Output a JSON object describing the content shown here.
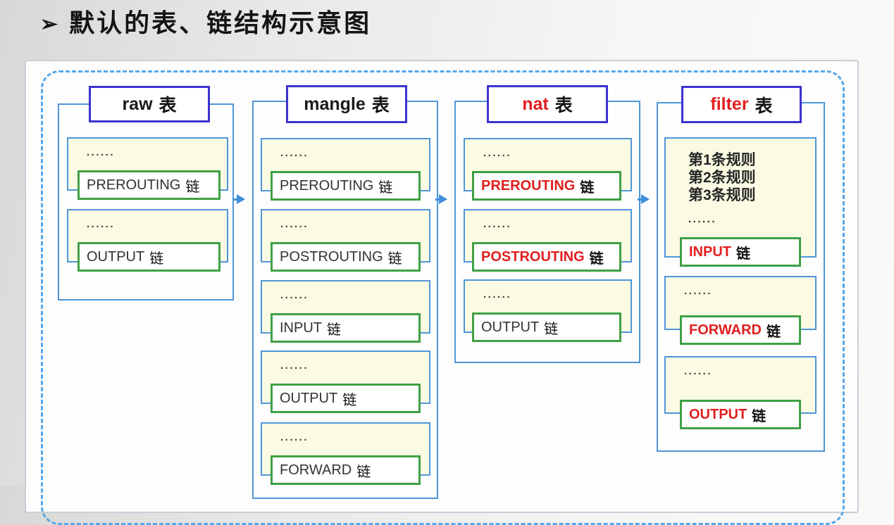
{
  "page": {
    "bullet": "➢",
    "title": "默认的表、链结构示意图"
  },
  "colors": {
    "container_blue": "#4f95da",
    "dashed_blue": "#57a7e9",
    "title_border_purple": "#3d32cf",
    "green_border": "#3fa045",
    "yellow_fill": "#fbfbe3",
    "red_text": "#e01f1f",
    "black_text": "#141414"
  },
  "diagram": {
    "tables": [
      {
        "id": "raw",
        "name": "raw",
        "name_color": "#1a1a1a",
        "suffix": "表",
        "chains": [
          {
            "dots": "......",
            "name": "PREROUTING",
            "suffix": "链",
            "name_color": "#333333",
            "bold": false
          },
          {
            "dots": "......",
            "name": "OUTPUT",
            "suffix": "链",
            "name_color": "#333333",
            "bold": false
          }
        ]
      },
      {
        "id": "mangle",
        "name": "mangle",
        "name_color": "#1a1a1a",
        "suffix": "表",
        "chains": [
          {
            "dots": "......",
            "name": "PREROUTING",
            "suffix": "链",
            "name_color": "#333333",
            "bold": false
          },
          {
            "dots": "......",
            "name": "POSTROUTING",
            "suffix": "链",
            "name_color": "#333333",
            "bold": false
          },
          {
            "dots": "......",
            "name": "INPUT",
            "suffix": "链",
            "name_color": "#333333",
            "bold": false
          },
          {
            "dots": "......",
            "name": "OUTPUT",
            "suffix": "链",
            "name_color": "#333333",
            "bold": false
          },
          {
            "dots": "......",
            "name": "FORWARD",
            "suffix": "链",
            "name_color": "#333333",
            "bold": false
          }
        ]
      },
      {
        "id": "nat",
        "name": "nat",
        "name_color": "#e01f1f",
        "suffix": "表",
        "chains": [
          {
            "dots": "......",
            "name": "PREROUTING",
            "suffix": "链",
            "name_color": "#e01f1f",
            "bold": true
          },
          {
            "dots": "......",
            "name": "POSTROUTING",
            "suffix": "链",
            "name_color": "#e01f1f",
            "bold": true
          },
          {
            "dots": "......",
            "name": "OUTPUT",
            "suffix": "链",
            "name_color": "#333333",
            "bold": false
          }
        ]
      },
      {
        "id": "filter",
        "name": "filter",
        "name_color": "#e01f1f",
        "suffix": "表",
        "chains": [
          {
            "rules": [
              "第1条规则",
              "第2条规则",
              "第3条规则"
            ],
            "rules_dots": "......",
            "name": "INPUT",
            "suffix": "链",
            "name_color": "#e01f1f",
            "bold": true
          },
          {
            "dots": "......",
            "name": "FORWARD",
            "suffix": "链",
            "name_color": "#e01f1f",
            "bold": true
          },
          {
            "dots": "......",
            "name": "OUTPUT",
            "suffix": "链",
            "name_color": "#e01f1f",
            "bold": true
          }
        ]
      }
    ]
  }
}
